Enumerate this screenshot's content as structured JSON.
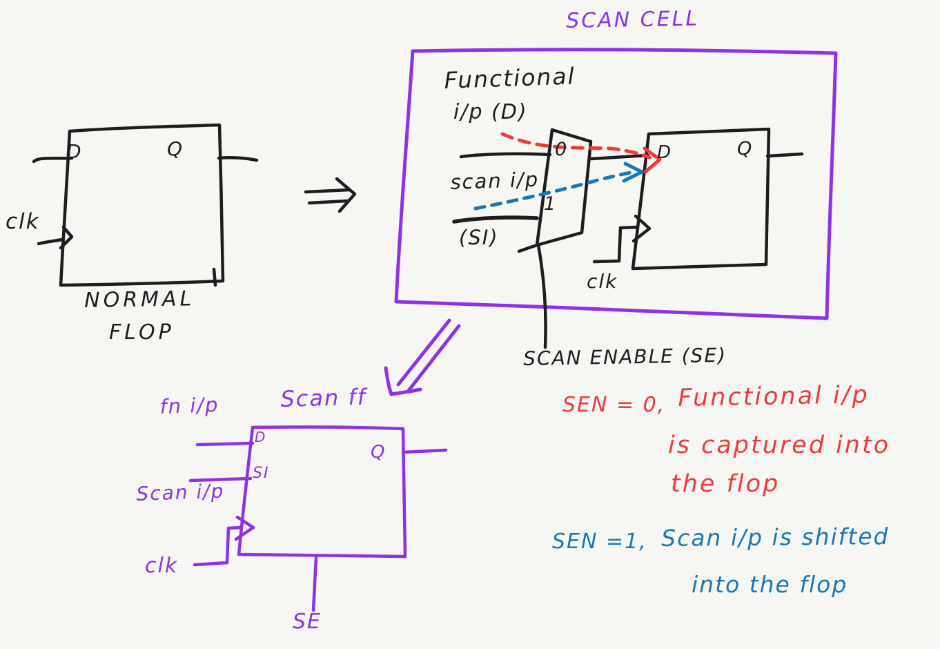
{
  "colors": {
    "background": "#f6f6f3",
    "ink": "#1d1d1f",
    "purple": "#8d32e4",
    "red": "#f03a36",
    "blue": "#1878b4"
  },
  "normal_flop": {
    "pin_d": "D",
    "pin_q": "Q",
    "clk_label": "clk",
    "caption": [
      "NORMAL",
      "FLOP"
    ]
  },
  "scan_cell": {
    "title": "SCAN CELL",
    "functional_line1": "Functional",
    "functional_line2": "i/p (D)",
    "mux_input_0": "0",
    "mux_input_1": "1",
    "scan_ip_label": "scan i/p",
    "scan_ip_pin": "(SI)",
    "flop_d": "D",
    "flop_q": "Q",
    "clk_label": "clk",
    "scan_enable_label": "SCAN ENABLE (SE)"
  },
  "scan_ff": {
    "title": "Scan ff",
    "fn_ip_label": "fn i/p",
    "scan_ip_label": "Scan i/p",
    "clk_label": "clk",
    "se_label": "SE",
    "pin_d": "D",
    "pin_si": "SI",
    "pin_q": "Q"
  },
  "notes": {
    "sen0_head": "SEN = 0,",
    "sen0_line1": "Functional i/p",
    "sen0_line2": "is captured into",
    "sen0_line3": "the flop",
    "sen1_head": "SEN =1,",
    "sen1_line1": "Scan i/p is shifted",
    "sen1_line2": "into the flop"
  }
}
